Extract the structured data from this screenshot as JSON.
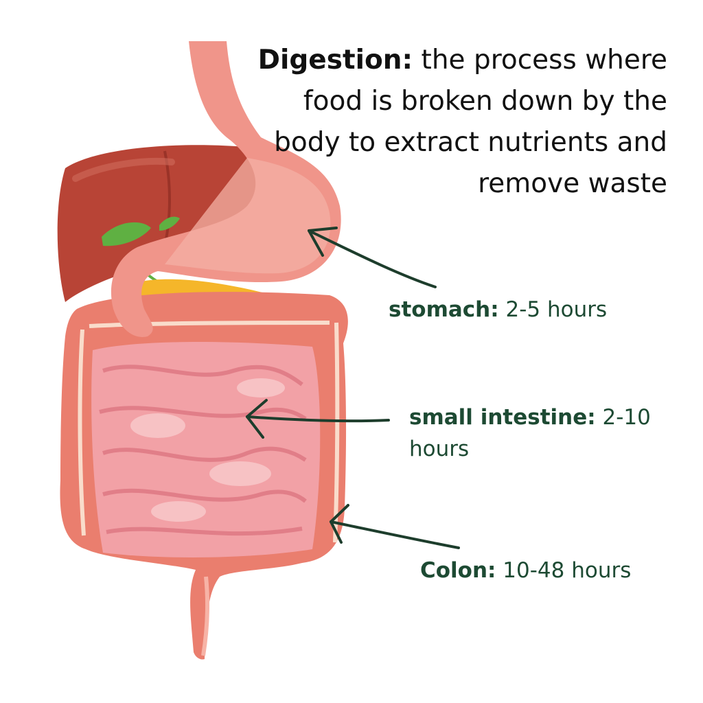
{
  "heading": {
    "term": "Digestion:",
    "definition": "the process where food is broken down by the body to extract nutrients and remove waste"
  },
  "labels": [
    {
      "name": "stomach:",
      "duration": "2-5 hours"
    },
    {
      "name": "small intestine:",
      "duration": "2-10 hours"
    },
    {
      "name": "Colon:",
      "duration": "10-48 hours"
    }
  ],
  "colors": {
    "label_text": "#1d4a33",
    "arrow": "#1d3d2c",
    "liver": "#b84436",
    "stomach": "#f0958a",
    "small_intestine": "#f2a1a6",
    "colon": "#ea7e6e",
    "gallbladder": "#5fb042",
    "pancreas": "#f5b62a"
  }
}
